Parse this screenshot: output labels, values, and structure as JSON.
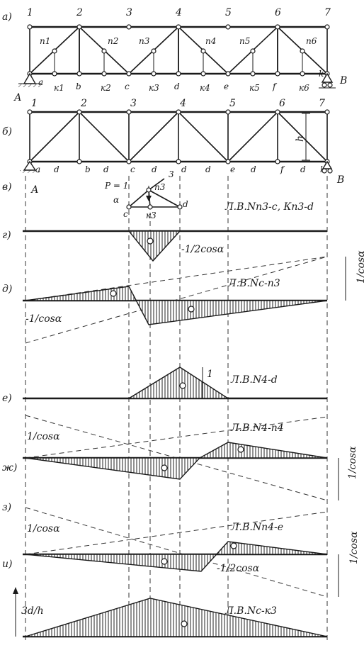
{
  "truss_a": {
    "label": "а)",
    "top_nodes": [
      "1",
      "2",
      "3",
      "4",
      "5",
      "6",
      "7"
    ],
    "bottom_nodes": [
      "a",
      "к1",
      "b",
      "к2",
      "c",
      "к3",
      "d",
      "к4",
      "e",
      "к5",
      "f",
      "к6",
      "k"
    ],
    "mid_nodes": [
      "п1",
      "п2",
      "п3",
      "п4",
      "п5",
      "п6"
    ],
    "support_left": "А",
    "support_right": "В"
  },
  "truss_b": {
    "label": "б)",
    "top_nodes": [
      "1",
      "2",
      "3",
      "4",
      "5",
      "6",
      "7"
    ],
    "bottom_nodes": [
      "a",
      "b",
      "c",
      "d",
      "e",
      "f",
      "k"
    ],
    "panel_label": "d",
    "height_label": "h",
    "support_left": "А",
    "support_right": "В"
  },
  "detail_v": {
    "label": "в)",
    "load": "P = 1",
    "angle": "α",
    "nodes": [
      "c",
      "п3",
      "к3",
      "d",
      "3"
    ],
    "caption": "Л.В.Nп3-c, Кп3-d"
  },
  "influence_lines": [
    {
      "label": "г)",
      "caption": "Л.В.Nп3-c",
      "value_label": "-1/2cosα"
    },
    {
      "label": "д)",
      "caption": "Л.В.Nc-п3",
      "value_label": "-1/cosα",
      "side_label": "1/cosα"
    },
    {
      "label": "е)",
      "caption": "Л.В.N4-d",
      "value_label": "1"
    },
    {
      "label": "ж)",
      "caption": "Л.В.N4-п4",
      "value_label": "1/cosα",
      "side_label": "1/cosα"
    },
    {
      "label": "з)",
      "caption": "Л.В.Nп4-e",
      "value_label": "1/cosα"
    },
    {
      "label": "и)",
      "caption": "",
      "value_label": "-1/2cosα",
      "side_label": "1/cosα"
    },
    {
      "label": "",
      "caption": "Л.В.Nc-к3",
      "value_label": "3d/h"
    }
  ]
}
